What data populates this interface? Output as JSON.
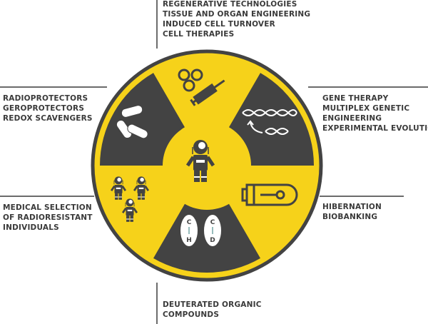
{
  "colors": {
    "yellow": "#f6d21a",
    "dark": "#434343",
    "line": "#3a3a3a"
  },
  "labels": {
    "top": [
      "REGENERATIVE TECHNOLOGIES",
      "TISSUE AND ORGAN ENGINEERING",
      "INDUCED CELL TURNOVER",
      "CELL THERAPIES"
    ],
    "upper_left": [
      "RADIOPROTECTORS",
      "GEROPROTECTORS",
      "REDOX SCAVENGERS"
    ],
    "upper_right": [
      "GENE THERAPY",
      "MULTIPLEX GENETIC",
      "ENGINEERING",
      "EXPERIMENTAL EVOLUTION"
    ],
    "lower_right": [
      "HIBERNATION",
      "BIOBANKING"
    ],
    "lower_left": [
      "MEDICAL SELECTION",
      "OF RADIORESISTANT",
      "INDIVIDUALS"
    ],
    "bottom": [
      "DEUTERATED ORGANIC",
      "COMPOUNDS"
    ]
  },
  "pill_letters": {
    "left": [
      "C",
      "H"
    ],
    "right": [
      "C",
      "D"
    ]
  }
}
